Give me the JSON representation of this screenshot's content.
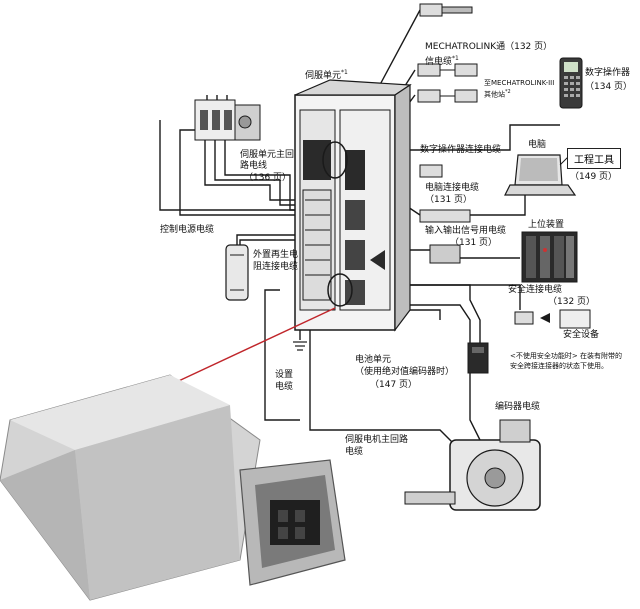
{
  "labels": {
    "servo_unit": "伺服单元",
    "servo_unit_sup": "*1",
    "mechatrolink_line1": "MECHATROLINK通（132 页）",
    "mechatrolink_line2": "信电缆",
    "mechatrolink_sup": "*1",
    "mechatrolink_iii_line1": "至MECHATROLINK-III",
    "mechatrolink_iii_line2": "其他站",
    "mechatrolink_iii_sup": "*2",
    "digital_operator": "数字操作器",
    "digital_operator_page": "（134 页）",
    "digital_operator_cable": "数字操作器连接电缆",
    "computer": "电脑",
    "engineering_tool": "工程工具",
    "engineering_tool_page": "（149 页）",
    "computer_cable": "电脑连接电缆",
    "computer_cable_page": "（131 页）",
    "io_cable": "输入输出信号用电缆",
    "io_cable_page": "（131 页）",
    "host_device": "上位装置",
    "safety_cable": "安全连接电缆",
    "safety_cable_page": "（132 页）",
    "safety_device": "安全设备",
    "safety_note_line1": "<不使用安全功能时> 在装有附带的",
    "safety_note_line2": "安全跨接连接器的状态下使用。",
    "main_circuit_line1": "伺服单元主回",
    "main_circuit_line2": "路电线",
    "main_circuit_page": "（136 页）",
    "control_power_cable": "控制电源电缆",
    "regen_line1": "外置再生电",
    "regen_line2": "阻连接电缆",
    "battery_line1": "电池单元",
    "battery_line2": "（使用绝对值编码器时）",
    "battery_page": "（147 页）",
    "encoder_cable": "编码器电缆",
    "ground_line1": "设置",
    "ground_line2": "电缆",
    "motor_cable_line1": "伺服电机主回路",
    "motor_cable_line2": "电缆"
  },
  "colors": {
    "line": "#1a1a1a",
    "pointer": "#c0262b",
    "connector_body": "#cfcfcf",
    "connector_shadow": "#9a9a9a",
    "metal": "#b8b8b8",
    "device_dark": "#2a2a2a"
  },
  "icons": [
    "servo-drive-icon",
    "breaker-icon",
    "resistor-icon",
    "digital-operator-icon",
    "laptop-icon",
    "host-controller-icon",
    "servo-motor-icon",
    "battery-icon",
    "connector-plug-icon",
    "safety-device-icon"
  ]
}
